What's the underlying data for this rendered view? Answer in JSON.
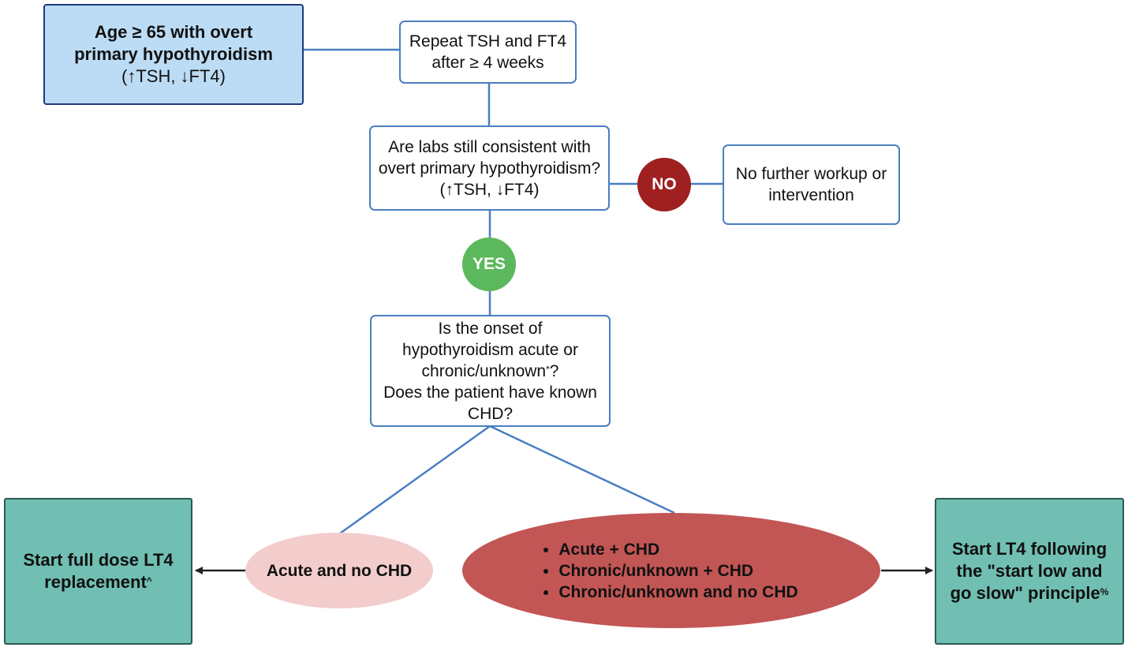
{
  "nodes": {
    "start": {
      "line1": "Age ≥ 65 with overt",
      "line2": "primary hypothyroidism",
      "line3": "(↑TSH, ↓FT4)"
    },
    "repeat_labs": {
      "line1": "Repeat TSH and FT4",
      "line2": "after ≥ 4 weeks"
    },
    "question_consistent": {
      "line1": "Are labs still consistent with",
      "line2": "overt primary hypothyroidism?",
      "line3": "(↑TSH, ↓FT4)"
    },
    "no_badge": "NO",
    "no_result": {
      "line1": "No further workup or",
      "line2": "intervention"
    },
    "yes_badge": "YES",
    "question_onset": {
      "line1": "Is the onset of",
      "line2": "hypothyroidism acute or",
      "line3": "chronic/unknown",
      "line3_mark": "*",
      "line3_end": "?",
      "line4": "Does the patient have known",
      "line5": "CHD?"
    },
    "acute_no_chd": "Acute and no CHD",
    "other_cases": [
      "Acute + CHD",
      "Chronic/unknown + CHD",
      "Chronic/unknown and no CHD"
    ],
    "full_dose": {
      "line1": "Start full dose LT4",
      "line2": "replacement",
      "mark": "^"
    },
    "start_low": {
      "line1": "Start LT4 following",
      "line2": "the \"start low and",
      "line3": "go slow\" principle",
      "mark": "%"
    }
  },
  "colors": {
    "connector": "#4a7ec2",
    "arrow": "#222222",
    "start_fill": "#bcdcf5",
    "result_fill": "#70bfb2",
    "no_fill": "#9e2020",
    "yes_fill": "#5cb85c",
    "acute_fill": "#f3cccc",
    "other_fill": "#c25654"
  }
}
